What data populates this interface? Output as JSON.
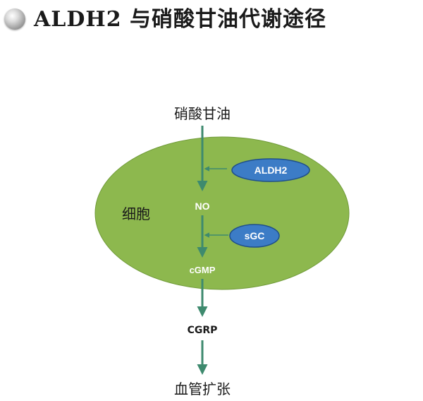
{
  "title": "ALDH2 与硝酸甘油代谢途径",
  "colors": {
    "cell_fill": "#8db84e",
    "arrow": "#3e8a6e",
    "enzyme_fill": "#3c7cc6",
    "bullet": "#9a9a9a"
  },
  "diagram": {
    "top_label": "硝酸甘油",
    "cell_label": "细胞",
    "enzyme1": "ALDH2",
    "node1": "NO",
    "enzyme2": "sGC",
    "node2": "cGMP",
    "node3": "CGRP",
    "bottom_label": "血管扩张"
  }
}
